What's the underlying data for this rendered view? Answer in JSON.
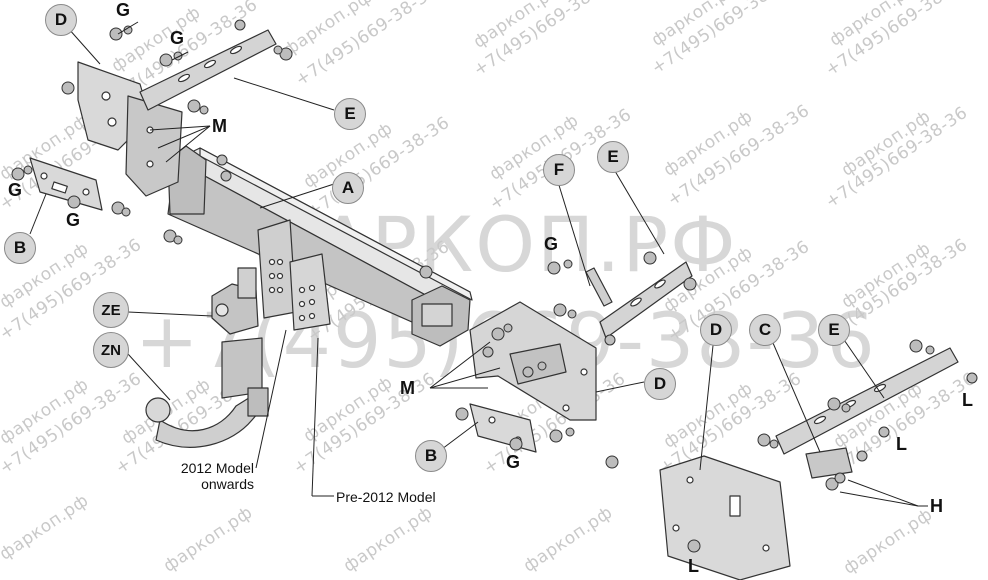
{
  "watermark": {
    "site": "фаркоп.рф",
    "phone": "+7(495)669-38-36",
    "big_site": "ФАРКОП.РФ",
    "big_phone": "+7(495)669-38-36"
  },
  "callouts": {
    "A": "A",
    "B": "B",
    "C": "C",
    "D": "D",
    "E": "E",
    "F": "F",
    "G": "G",
    "H": "H",
    "L": "L",
    "M": "M",
    "ZE": "ZE",
    "ZN": "ZN"
  },
  "captions": {
    "model_2012_line1": "2012 Model",
    "model_2012_line2": "onwards",
    "model_pre2012": "Pre-2012 Model"
  },
  "colors": {
    "part_fill": "#cfcfcf",
    "part_stroke": "#333333",
    "badge_fill": "#d6d6d6"
  }
}
